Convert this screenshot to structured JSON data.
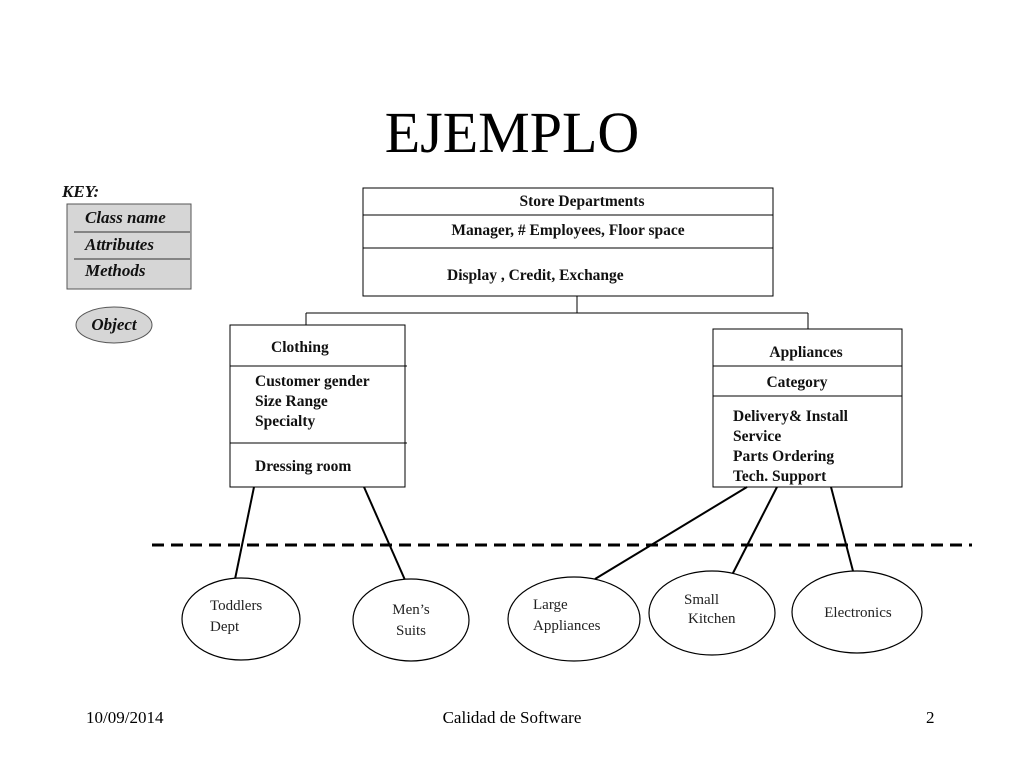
{
  "slide": {
    "title": "EJEMPLO",
    "footer_date": "10/09/2014",
    "footer_center": "Calidad de Software",
    "page_number": "2"
  },
  "key": {
    "heading": "KEY:",
    "rows": [
      "Class name",
      "Attributes",
      "Methods"
    ],
    "object_label": "Object"
  },
  "classes": {
    "store": {
      "name": "Store Departments",
      "attributes": [
        "Manager, # Employees, Floor space"
      ],
      "methods": [
        "Display , Credit, Exchange"
      ]
    },
    "clothing": {
      "name": "Clothing",
      "attributes": [
        "Customer gender",
        "Size Range",
        "Specialty"
      ],
      "methods": [
        "Dressing room"
      ]
    },
    "appliances": {
      "name": "Appliances",
      "attributes": [
        "Category"
      ],
      "methods": [
        "Delivery& Install",
        "Service",
        "Parts Ordering",
        "Tech. Support"
      ]
    }
  },
  "objects": {
    "toddlers": [
      "Toddlers",
      "Dept"
    ],
    "mens": [
      "Men’s",
      "Suits"
    ],
    "large": [
      "Large",
      "Appliances"
    ],
    "small": [
      "Small",
      "Kitchen"
    ],
    "electronics": [
      "Electronics"
    ]
  }
}
